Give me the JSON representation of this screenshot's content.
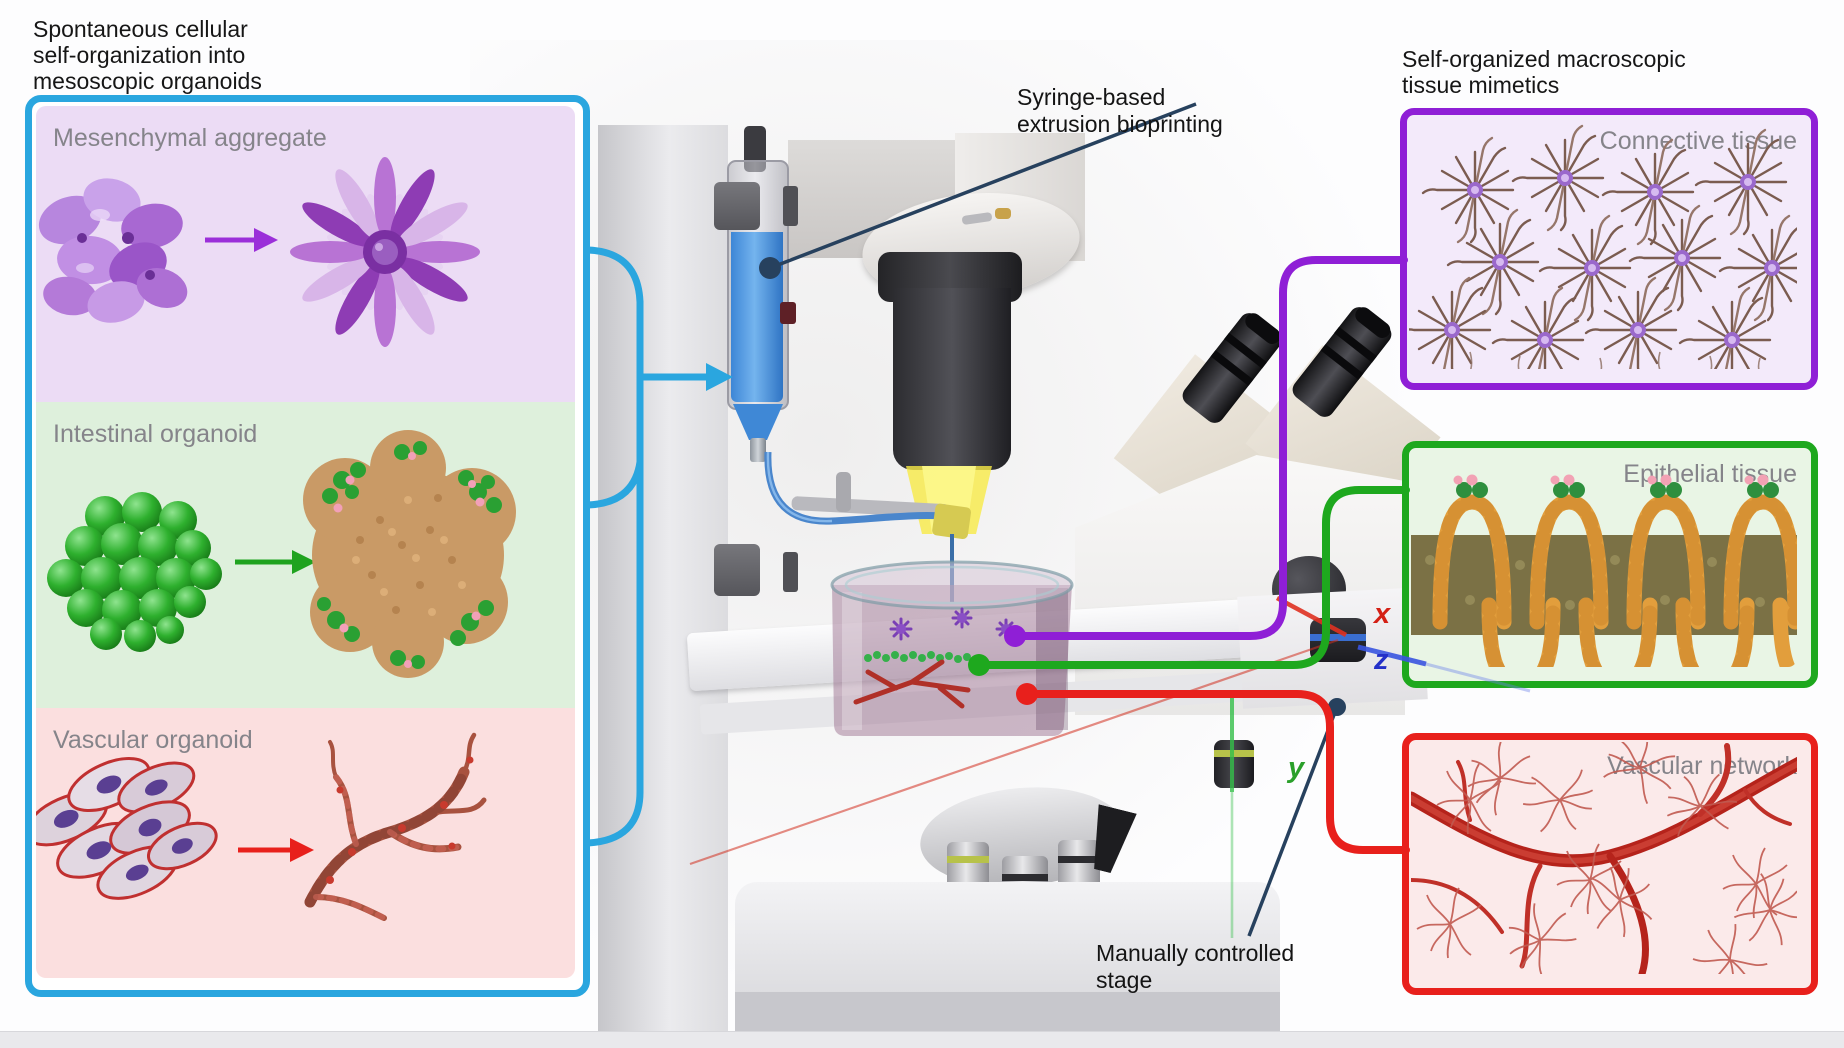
{
  "left_column": {
    "title_lines": [
      "Spontaneous cellular",
      "self-organization into",
      "mesoscopic organoids"
    ],
    "border_color": "#2AA6DF",
    "sections": [
      {
        "label": "Mesenchymal aggregate",
        "bg": "#ECDCF5",
        "arrow_color": "#9B2FD9"
      },
      {
        "label": "Intestinal organoid",
        "bg": "#DEF0DC",
        "arrow_color": "#1FA31F"
      },
      {
        "label": "Vascular organoid",
        "bg": "#FBDFDF",
        "arrow_color": "#E8201C"
      }
    ]
  },
  "printer": {
    "syringe_label_lines": [
      "Syringe-based",
      "extrusion bioprinting"
    ],
    "stage_label_lines": [
      "Manually controlled",
      "stage"
    ],
    "axis_labels": {
      "x": "x",
      "y": "y",
      "z": "z"
    },
    "axis_colors": {
      "x": "#D42015",
      "y": "#2BA02B",
      "z": "#2430C8"
    }
  },
  "right_column": {
    "title_lines": [
      "Self-organized macroscopic",
      "tissue mimetics"
    ],
    "panels": [
      {
        "label": "Connective tissue",
        "border_color": "#8F1FD6",
        "bg": "#F3EAFA"
      },
      {
        "label": "Epithelial tissue",
        "border_color": "#1EA81E",
        "bg": "#E9F5E5"
      },
      {
        "label": "Vascular network",
        "border_color": "#E8201C",
        "bg": "#FBEAEA"
      }
    ]
  }
}
